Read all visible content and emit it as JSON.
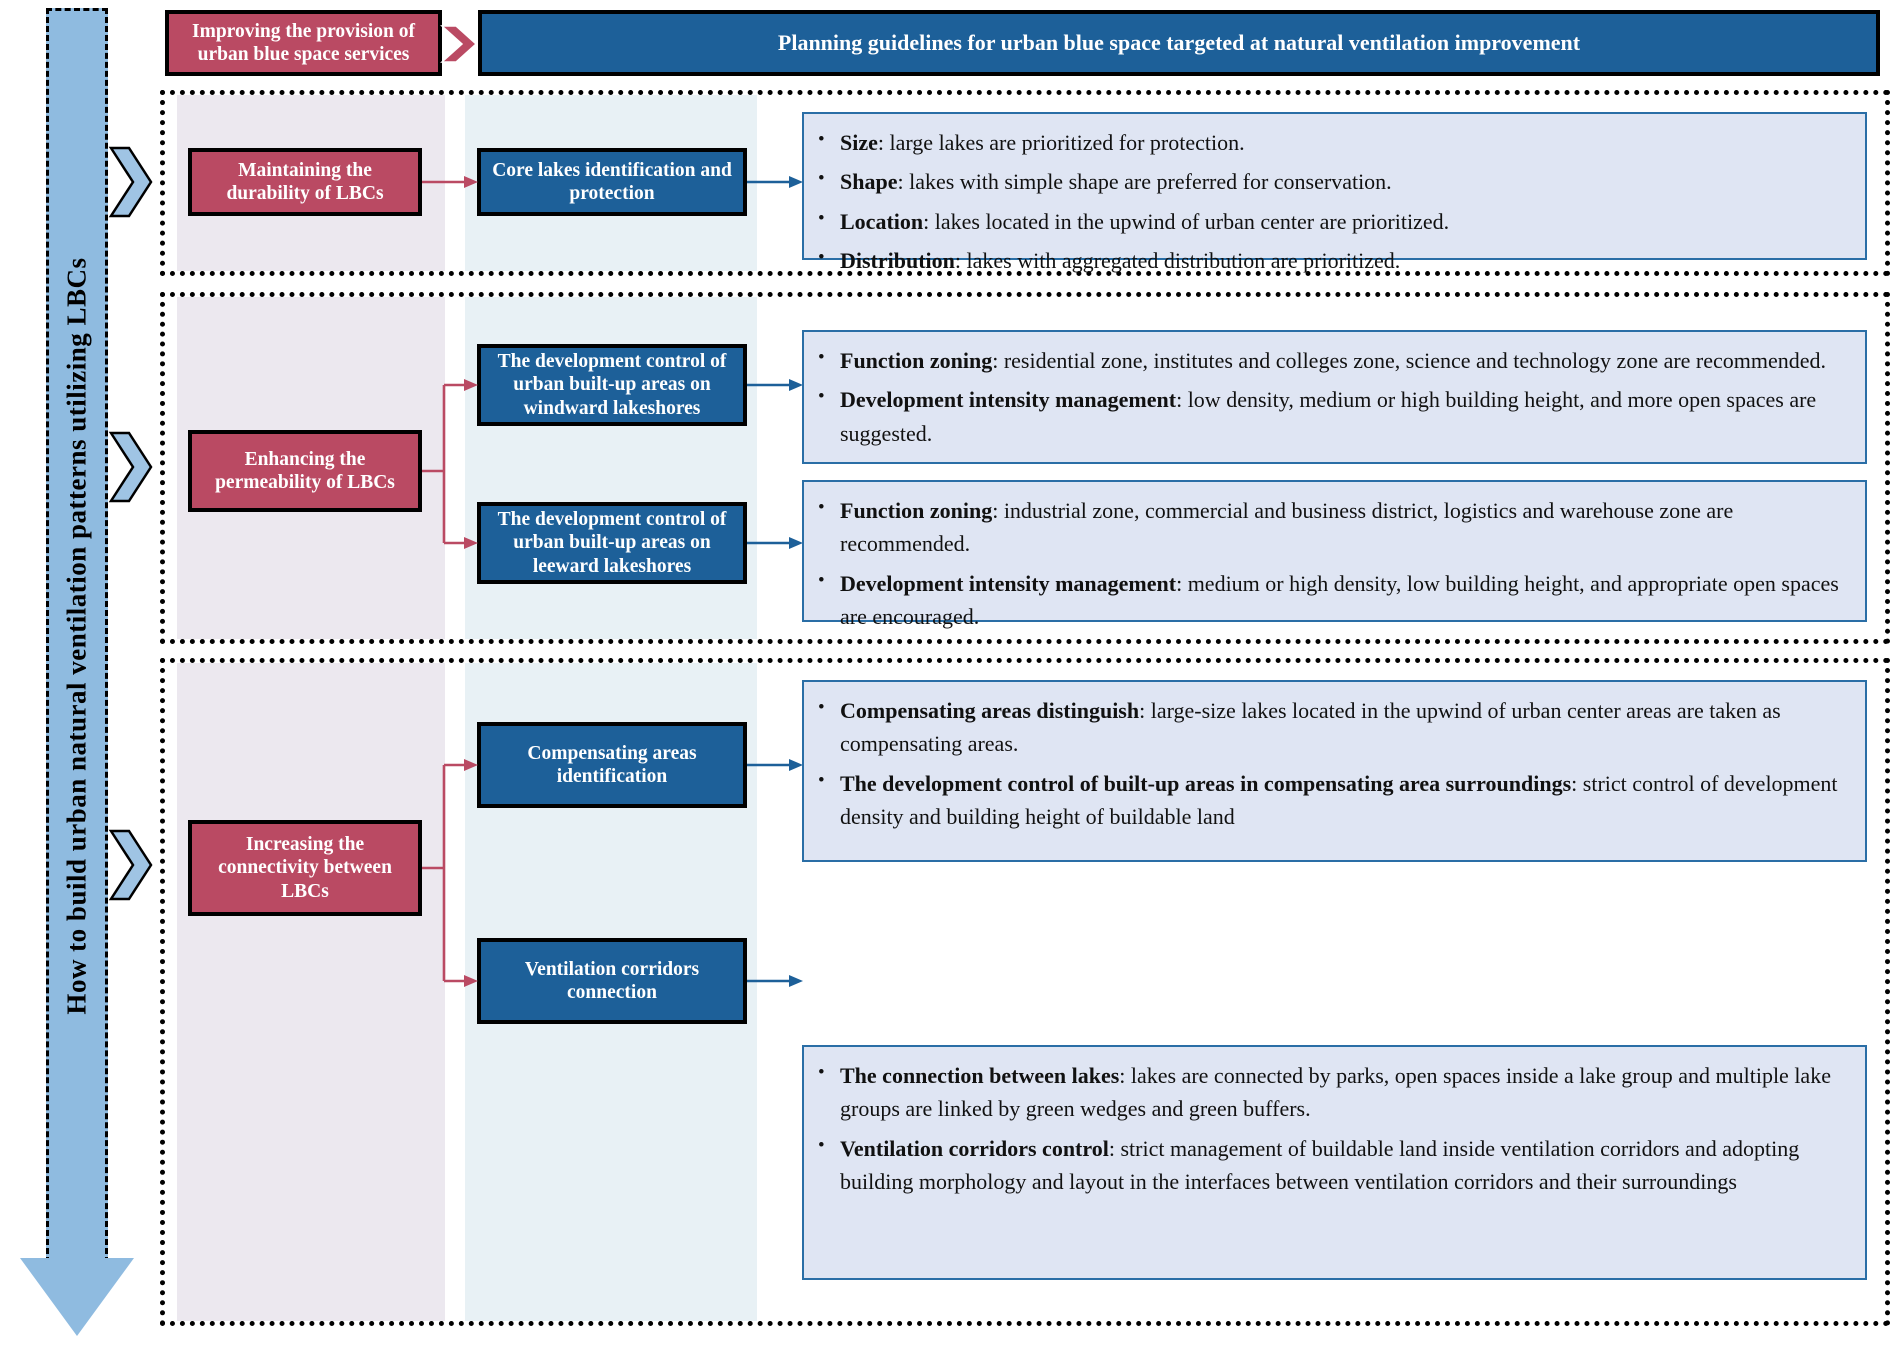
{
  "banner": {
    "label": "How to build urban natural ventilation patterns utilizing LBCs",
    "color": "#8fbbe0"
  },
  "header": {
    "left_box": "Improving the provision of urban blue space services",
    "left_color": "#ba4a63",
    "right_box": "Planning guidelines for urban blue space targeted at natural ventilation improvement",
    "right_color": "#1d6099"
  },
  "sections": [
    {
      "goal": "Maintaining the durability of LBCs",
      "strategies": [
        {
          "name": "Core lakes identification and protection",
          "bullets": [
            {
              "term": "Size",
              "text": ": large lakes are prioritized for protection."
            },
            {
              "term": "Shape",
              "text": ": lakes with simple shape are preferred for conservation."
            },
            {
              "term": "Location",
              "text": ": lakes located in the upwind of urban center are prioritized."
            },
            {
              "term": "Distribution",
              "text": ": lakes with aggregated distribution are prioritized."
            }
          ]
        }
      ]
    },
    {
      "goal": "Enhancing the permeability of LBCs",
      "strategies": [
        {
          "name": "The development control of urban built-up areas on windward lakeshores",
          "bullets": [
            {
              "term": "Function zoning",
              "text": ": residential zone, institutes and colleges zone, science and technology zone are recommended."
            },
            {
              "term": "Development intensity management",
              "text": ": low density, medium or high building height, and more open spaces are suggested."
            }
          ]
        },
        {
          "name": "The development control of urban built-up areas on leeward lakeshores",
          "bullets": [
            {
              "term": "Function zoning",
              "text": ": industrial zone, commercial and business district, logistics and warehouse zone are recommended."
            },
            {
              "term": "Development intensity management",
              "text": ": medium or high density, low building height, and appropriate open spaces are encouraged."
            }
          ]
        }
      ]
    },
    {
      "goal": "Increasing the connectivity between LBCs",
      "strategies": [
        {
          "name": "Compensating areas identification",
          "bullets": [
            {
              "term": "Compensating areas distinguish",
              "text": ": large-size lakes located in the upwind of urban center areas are taken as compensating areas."
            },
            {
              "term": "The development control of built-up areas in compensating area surroundings",
              "text": ": strict control of development density and building height of buildable land"
            }
          ]
        },
        {
          "name": "Ventilation corridors connection",
          "bullets": [
            {
              "term": "The connection between lakes",
              "text": ": lakes are connected by parks, open spaces inside a lake group and multiple lake groups are linked by green wedges and green buffers."
            },
            {
              "term": "Ventilation corridors control",
              "text": ": strict management of buildable land inside ventilation corridors and adopting building morphology and layout in the interfaces between ventilation corridors and their surroundings"
            }
          ]
        }
      ]
    }
  ],
  "icons": {
    "chevron": "chevron-right-icon",
    "arrow": "arrow-right-icon"
  }
}
